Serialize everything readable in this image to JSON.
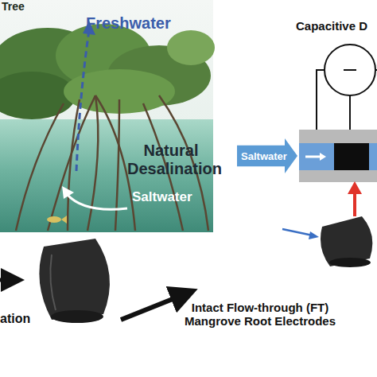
{
  "diagram": {
    "nodes": [
      {
        "text": [
          "Saltwater"
        ]
      }
    ],
    "labels": [
      "Tree",
      "Freshwater",
      "Natural Desalination",
      "Saltwater",
      "Capacitive D",
      "ation",
      "Intact Flow-through (FT) Mangrove Root Electrodes"
    ]
  }
}
